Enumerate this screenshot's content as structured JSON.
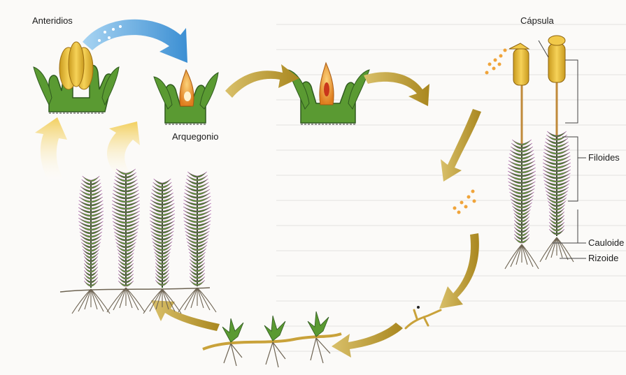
{
  "labels": {
    "anteridios": "Anteridios",
    "arquegonio": "Arquegonio",
    "capsula": "Cápsula",
    "filoides": "Filoides",
    "cauloide": "Cauloide",
    "rizoide": "Rizoide"
  },
  "colors": {
    "arrow_gold": "#b99a2c",
    "arrow_light": "#f4d774",
    "arrow_blue": "#5aa6dd",
    "leaf_green": "#4f8c2c",
    "plant_dark": "#2f5a1e",
    "capsule_yellow": "#e9bb3a",
    "orange": "#e98f2a",
    "root": "#6d6352"
  }
}
